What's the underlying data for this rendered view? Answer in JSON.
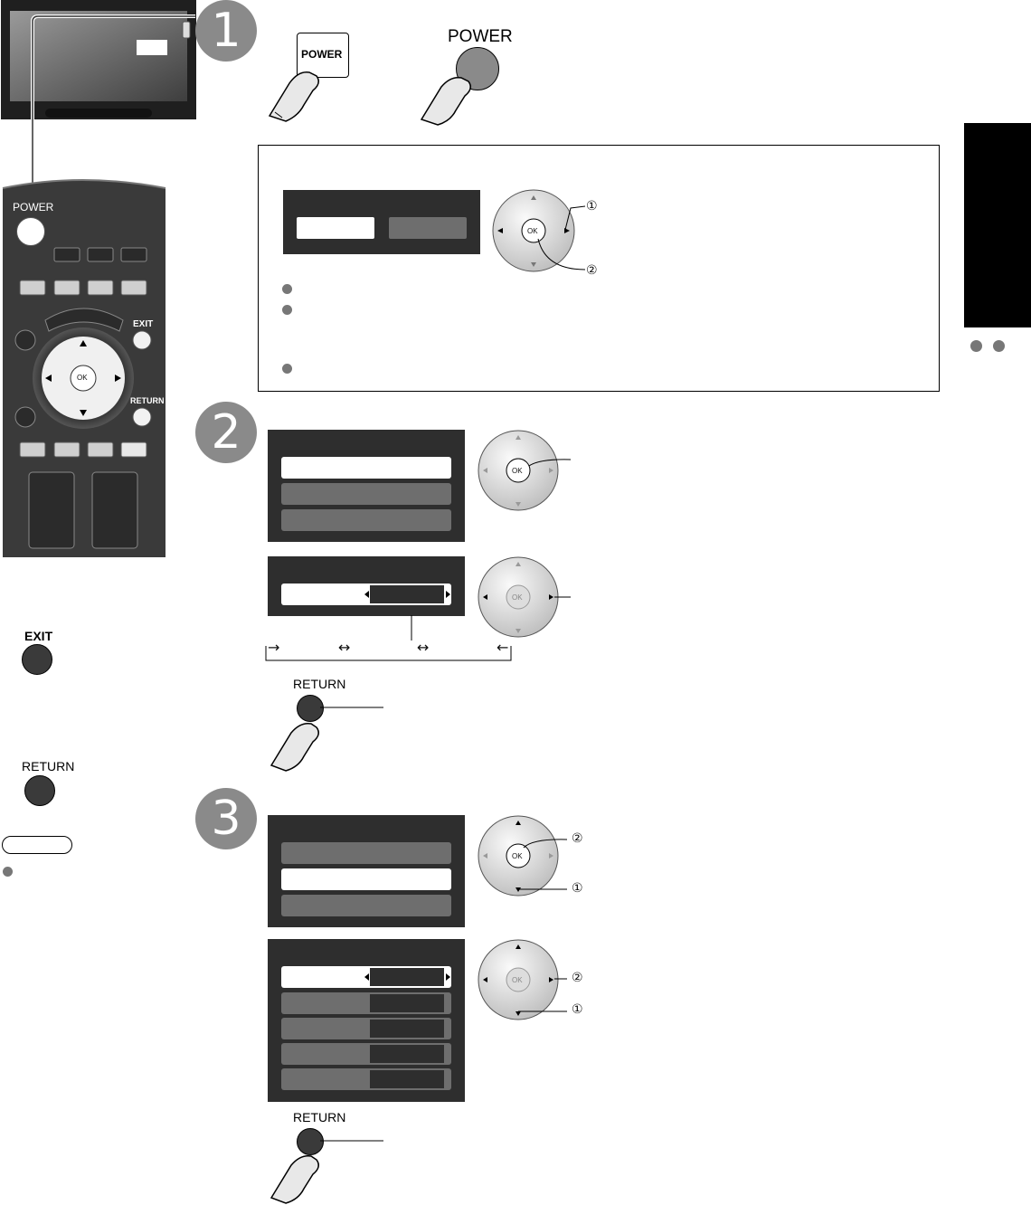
{
  "steps": {
    "one": "1",
    "two": "2",
    "three": "3"
  },
  "labels": {
    "power_button": "POWER",
    "power_main": "POWER",
    "power_remote": "POWER",
    "exit_remote": "EXIT",
    "return_remote": "RETURN",
    "exit_side": "EXIT",
    "return_side": "RETURN",
    "return_step2": "RETURN",
    "return_step3": "RETURN",
    "ok": "OK"
  },
  "circled": {
    "one": "①",
    "two": "②"
  },
  "cycle_arrows": {
    "start": "→",
    "swap": "↔",
    "end": "←"
  },
  "colors": {
    "menu_bg": "#2e2e2e",
    "menu_item": "#6e6e6e",
    "menu_selected": "#ffffff",
    "step_circle": "#8a8a8a",
    "remote_body": "#3a3a3a",
    "side_tab": "#000000"
  }
}
